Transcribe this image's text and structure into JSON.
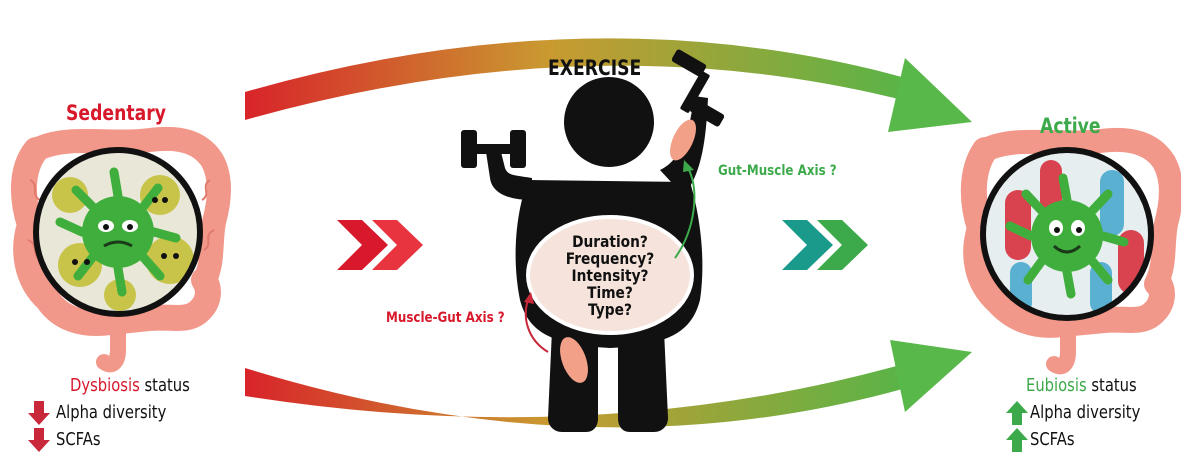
{
  "title": "EXERCISE",
  "left": {
    "heading": "Sedentary",
    "status_word": "Dysbiosis",
    "status_suffix": " status",
    "metrics": [
      "Alpha diversity",
      "SCFAs"
    ],
    "trend": "down"
  },
  "right": {
    "heading": "Active",
    "status_word": "Eubiosis",
    "status_suffix": " status",
    "metrics": [
      "Alpha diversity",
      "SCFAs"
    ],
    "trend": "up"
  },
  "axes": {
    "gut_muscle": "Gut-Muscle Axis ?",
    "muscle_gut": "Muscle-Gut Axis ?"
  },
  "questions": [
    "Duration?",
    "Frequency?",
    "Intensity?",
    "Time?",
    "Type?"
  ],
  "colors": {
    "red": "#d8192c",
    "green": "#3caa4a",
    "teal": "#1a9a8a",
    "intestine": "#f2988a",
    "microbe_green": "#3fae3c",
    "microbe_yellow": "#c8c44a"
  }
}
